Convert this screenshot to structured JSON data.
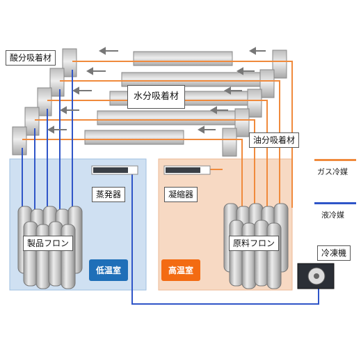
{
  "labels": {
    "acid_adsorbent": "酸分吸着材",
    "water_adsorbent": "水分吸着材",
    "oil_adsorbent": "油分吸着材",
    "evaporator": "蒸発器",
    "condenser": "凝縮器",
    "product_freon": "製品フロン",
    "raw_freon": "原料フロン",
    "refrigerator": "冷凍機"
  },
  "rooms": {
    "low_temp": "低温室",
    "high_temp": "高温室"
  },
  "legend": {
    "gas": "ガス冷媒",
    "liquid": "液冷媒"
  },
  "colors": {
    "gas_line": "#f08a3c",
    "liquid_line": "#2f55c8",
    "low_room_bg": "#cfe0f2",
    "high_room_bg": "#f7d9c3",
    "low_tag": "#1f6fb8",
    "high_tag": "#f36b12"
  }
}
